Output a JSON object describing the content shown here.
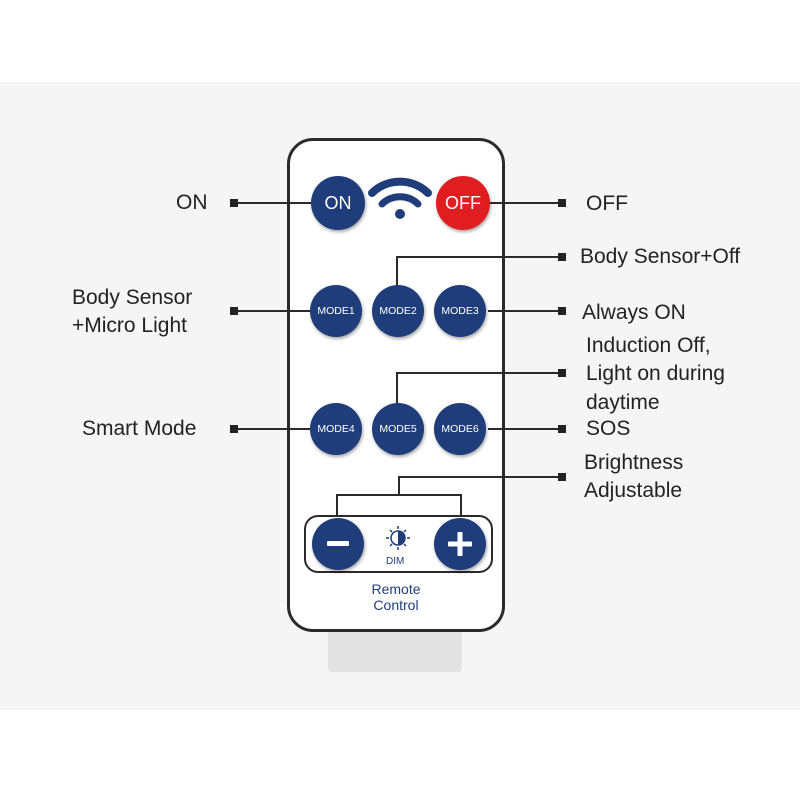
{
  "remote": {
    "title_line1": "Remote",
    "title_line2": "Control",
    "dim_label": "DIM",
    "buttons": {
      "on": "ON",
      "off": "OFF",
      "mode1": "MODE1",
      "mode2": "MODE2",
      "mode3": "MODE3",
      "mode4": "MODE4",
      "mode5": "MODE5",
      "mode6": "MODE6",
      "minus": "−",
      "plus": "+"
    }
  },
  "callouts": {
    "on": "ON",
    "off": "OFF",
    "mode1_line1": "Body Sensor",
    "mode1_line2": "+Micro Light",
    "mode2": "Body Sensor+Off",
    "mode3": "Always ON",
    "mode5_line1": "Induction Off,",
    "mode5_line2": "Light on during",
    "mode5_line3": "daytime",
    "mode4": "Smart Mode",
    "mode6": "SOS",
    "dim_line1": "Brightness",
    "dim_line2": "Adjustable"
  },
  "colors": {
    "button_blue": "#1f3d7a",
    "button_red": "#e01e22",
    "outline": "#2a2a2a",
    "wifi_blue": "#1f3d7a"
  },
  "icons": {
    "signal": "wifi-icon",
    "brightness": "half-sun-icon"
  }
}
